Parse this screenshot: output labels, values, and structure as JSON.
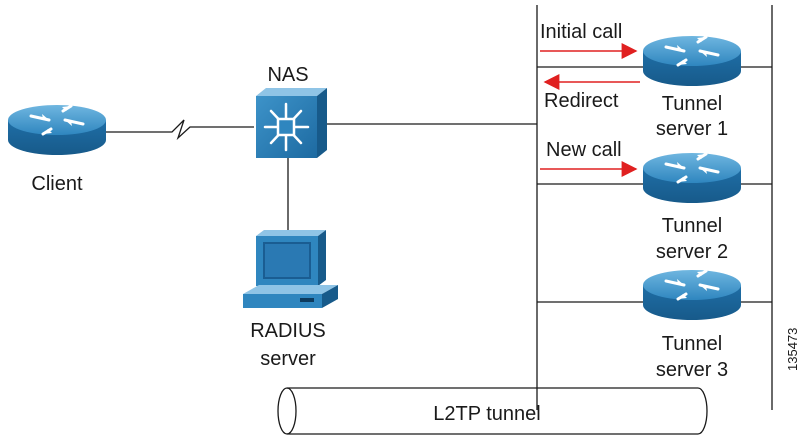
{
  "diagram": {
    "nodes": {
      "client": {
        "label": "Client",
        "icon": "router-icon"
      },
      "nas": {
        "label": "NAS",
        "icon": "network-access-server-icon"
      },
      "radius": {
        "label_line1": "RADIUS",
        "label_line2": "server",
        "icon": "workstation-icon"
      },
      "ts1": {
        "label_line1": "Tunnel",
        "label_line2": "server 1",
        "icon": "router-icon"
      },
      "ts2": {
        "label_line1": "Tunnel",
        "label_line2": "server 2",
        "icon": "router-icon"
      },
      "ts3": {
        "label_line1": "Tunnel",
        "label_line2": "server 3",
        "icon": "router-icon"
      }
    },
    "arrows": {
      "initial_call": "Initial call",
      "redirect": "Redirect",
      "new_call": "New call"
    },
    "tunnel_label": "L2TP tunnel",
    "figure_id": "135473",
    "colors": {
      "device_blue": "#1f6ea6",
      "device_light": "#5aa7d6",
      "arrow_red": "#e02020",
      "line": "#1a1a1a"
    }
  }
}
